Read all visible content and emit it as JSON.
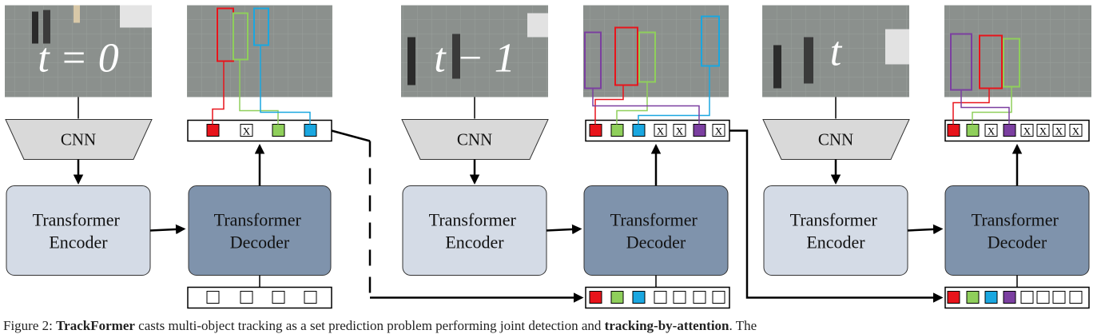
{
  "frames": [
    {
      "time_label": "t = 0",
      "cnn_label": "CNN",
      "encoder_label": "Transformer\nEncoder",
      "decoder_label": "Transformer\nDecoder"
    },
    {
      "time_label": "t − 1",
      "cnn_label": "CNN",
      "encoder_label": "Transformer\nEncoder",
      "decoder_label": "Transformer\nDecoder"
    },
    {
      "time_label": "t",
      "cnn_label": "CNN",
      "encoder_label": "Transformer\nEncoder",
      "decoder_label": "Transformer\nDecoder"
    }
  ],
  "empty_slot_symbol": "X",
  "caption": {
    "part1": "Figure 2: ",
    "bold1": "TrackFormer",
    "part2": " casts multi-object tracking as a set prediction problem performing joint detection and ",
    "bold2": "tracking-by-attention",
    "part3": ". The"
  },
  "colors": {
    "red": "#e8141b",
    "green": "#8fcf5b",
    "blue": "#1aa7e0",
    "purple": "#7b3fa0",
    "cnn_fill": "#d9d9d9",
    "encoder_fill": "#d4dbe6",
    "decoder_fill": "#7f93ac",
    "image_floor": "#8a8f8c"
  },
  "icons": [
    "frame-image",
    "cnn-trapezoid",
    "track-query-square",
    "empty-query-x",
    "arrow-head"
  ]
}
